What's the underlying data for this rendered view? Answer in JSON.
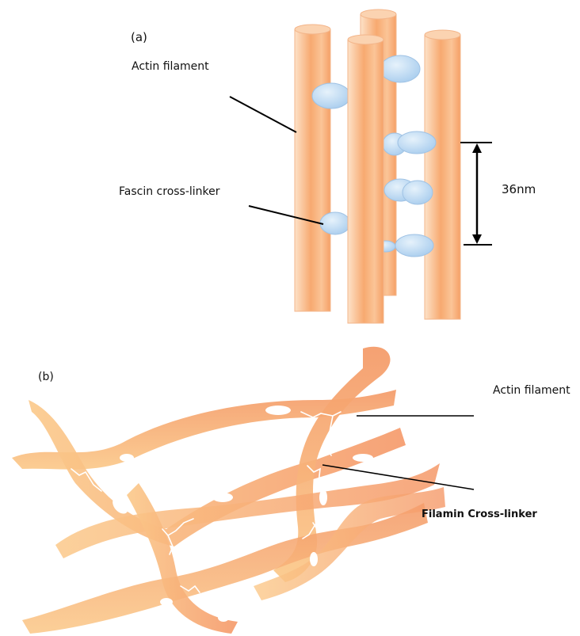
{
  "panel_a": {
    "tag": "(a)",
    "actin_label": "Actin filament",
    "fascin_label": "Fascin cross-linker",
    "spacing_label": "36nm"
  },
  "panel_b": {
    "tag": "(b)",
    "actin_label": "Actin filament",
    "filamin_label": "Filamin Cross-linker"
  },
  "colors": {
    "filament_core": "#f7a970",
    "filament_edge": "#fde2c8",
    "crosslinker": "#b8d6f0",
    "crosslinker_edge": "#e6f2fb",
    "network_fill": "#f9b77d",
    "filamin_line": "#ffffff",
    "leader_line": "#000000"
  }
}
